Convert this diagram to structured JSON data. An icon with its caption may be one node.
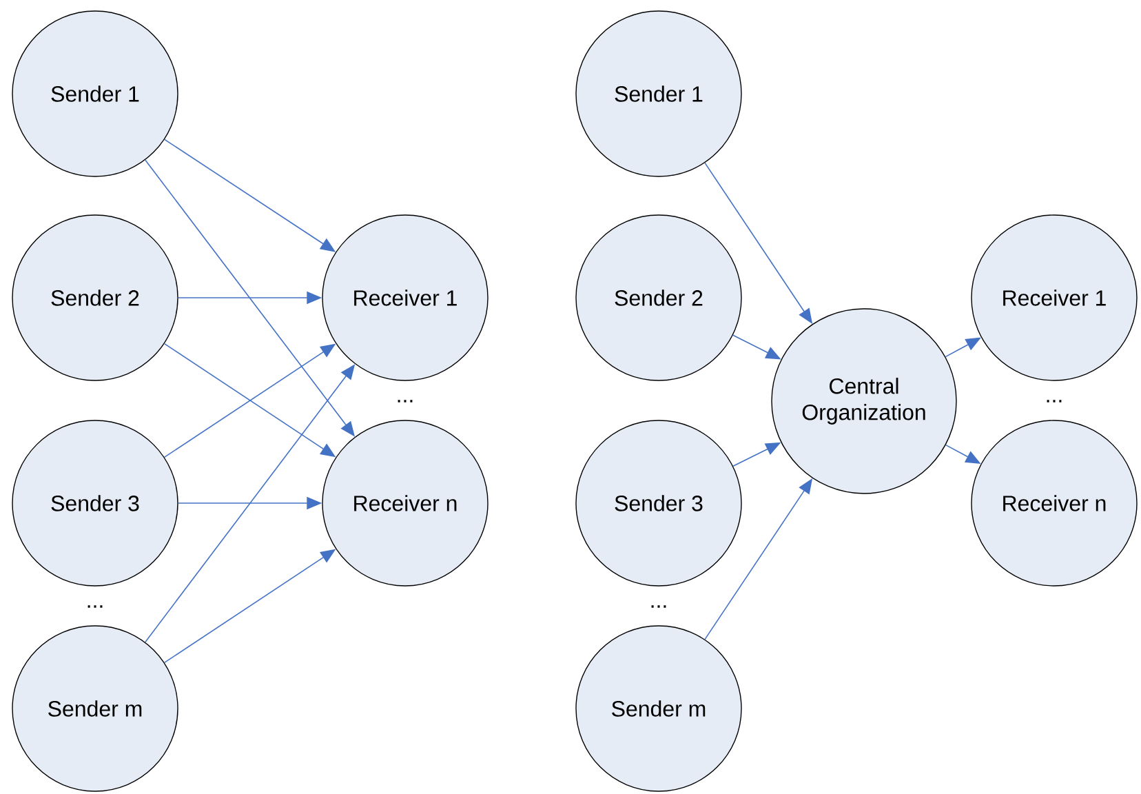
{
  "diagram": {
    "nodes": [
      {
        "text": [
          "Sender 1"
        ]
      },
      {
        "text": [
          "Sender 2"
        ]
      },
      {
        "text": [
          "Sender 3"
        ]
      },
      {
        "text": [
          "Sender m"
        ]
      },
      {
        "text": [
          "Receiver 1"
        ]
      },
      {
        "text": [
          "Receiver n"
        ]
      },
      {
        "text": [
          "Sender 1"
        ]
      },
      {
        "text": [
          "Sender 2"
        ]
      },
      {
        "text": [
          "Sender 3"
        ]
      },
      {
        "text": [
          "Sender m"
        ]
      },
      {
        "text": [
          "Central Organization"
        ]
      },
      {
        "text": [
          "Receiver 1"
        ]
      },
      {
        "text": [
          "Receiver n"
        ]
      }
    ],
    "edges": [
      {
        "from": 0,
        "to": 4,
        "arrow": "to"
      },
      {
        "from": 0,
        "to": 5,
        "arrow": "to"
      },
      {
        "from": 1,
        "to": 4,
        "arrow": "to"
      },
      {
        "from": 1,
        "to": 5,
        "arrow": "to"
      },
      {
        "from": 2,
        "to": 4,
        "arrow": "to"
      },
      {
        "from": 2,
        "to": 5,
        "arrow": "to"
      },
      {
        "from": 3,
        "to": 4,
        "arrow": "to"
      },
      {
        "from": 3,
        "to": 5,
        "arrow": "to"
      },
      {
        "from": 6,
        "to": 10,
        "arrow": "to"
      },
      {
        "from": 7,
        "to": 10,
        "arrow": "to"
      },
      {
        "from": 8,
        "to": 10,
        "arrow": "to"
      },
      {
        "from": 9,
        "to": 10,
        "arrow": "to"
      },
      {
        "from": 10,
        "to": 11,
        "arrow": "to"
      },
      {
        "from": 10,
        "to": 12,
        "arrow": "to"
      }
    ],
    "labels": [
      "...",
      "...",
      "...",
      "..."
    ]
  }
}
